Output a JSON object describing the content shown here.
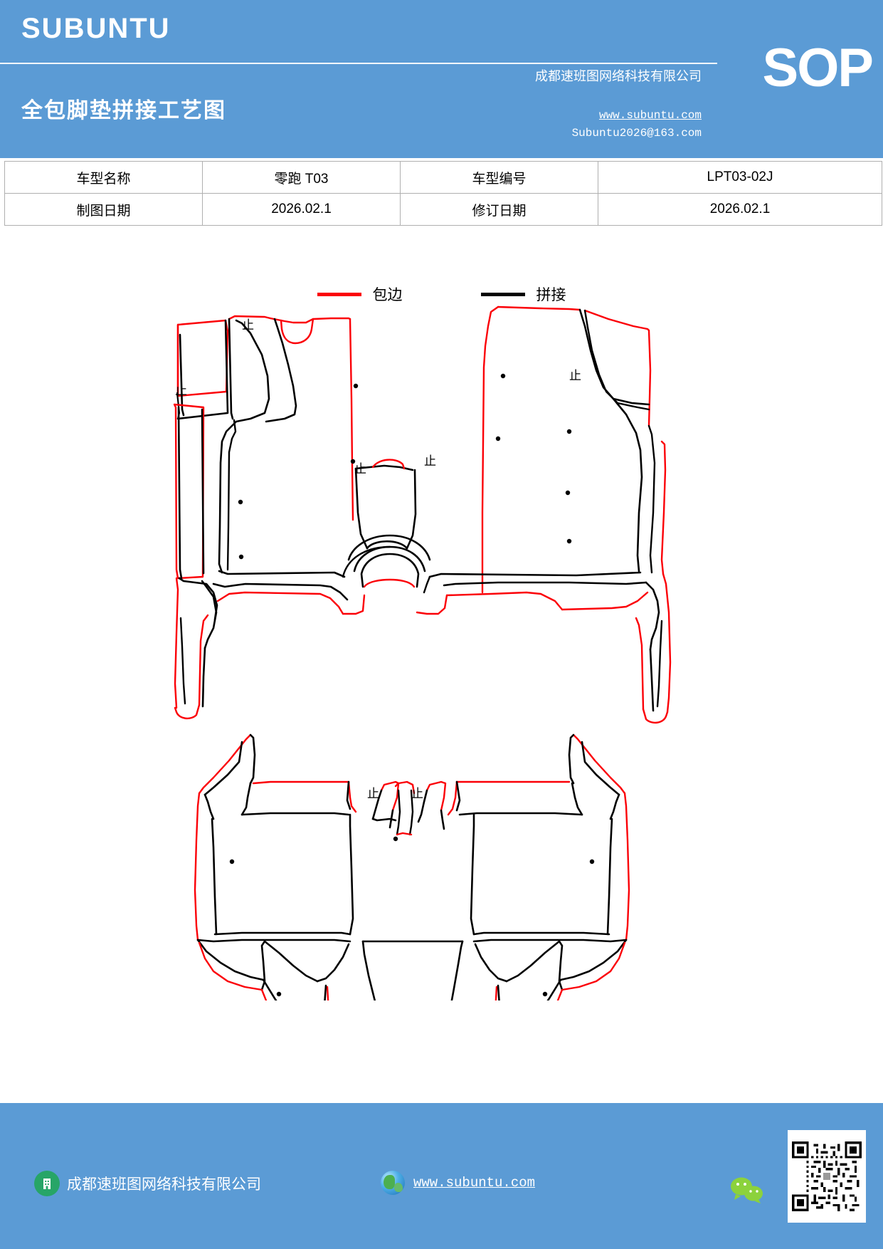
{
  "header": {
    "brand": "SUBUNTU",
    "doc_title": "全包脚垫拼接工艺图",
    "company_cn": "成都速班图网络科技有限公司",
    "sop_mark": "SOP",
    "website": "www.subuntu.com",
    "email": "Subuntu2026@163.com",
    "bg_color": "#5b9bd5"
  },
  "info_table": {
    "rows": [
      {
        "label_left": "车型名称",
        "value_left": "零跑 T03",
        "label_right": "车型编号",
        "value_right": "LPT03-02J"
      },
      {
        "label_left": "制图日期",
        "value_left": "2026.02.1",
        "label_right": "修订日期",
        "value_right": "2026.02.1"
      }
    ]
  },
  "legend": {
    "items": [
      {
        "label": "包边",
        "color": "#fb0007",
        "icon": "line-swatch-red"
      },
      {
        "label": "拼接",
        "color": "#000000",
        "icon": "line-swatch-black"
      }
    ]
  },
  "drawing": {
    "title": "全包脚垫拼接工艺图",
    "stop_marks": "止",
    "edge_color": "#fb0007",
    "seam_color": "#000000"
  },
  "footer": {
    "company_name": "成都速班图网络科技有限公司",
    "website": "www.subuntu.com ",
    "building_icon": "building-icon",
    "globe_icon": "globe-icon",
    "wechat_icon": "wechat-icon",
    "qr_icon": "qr-code",
    "bg_color": "#5b9bd5"
  }
}
